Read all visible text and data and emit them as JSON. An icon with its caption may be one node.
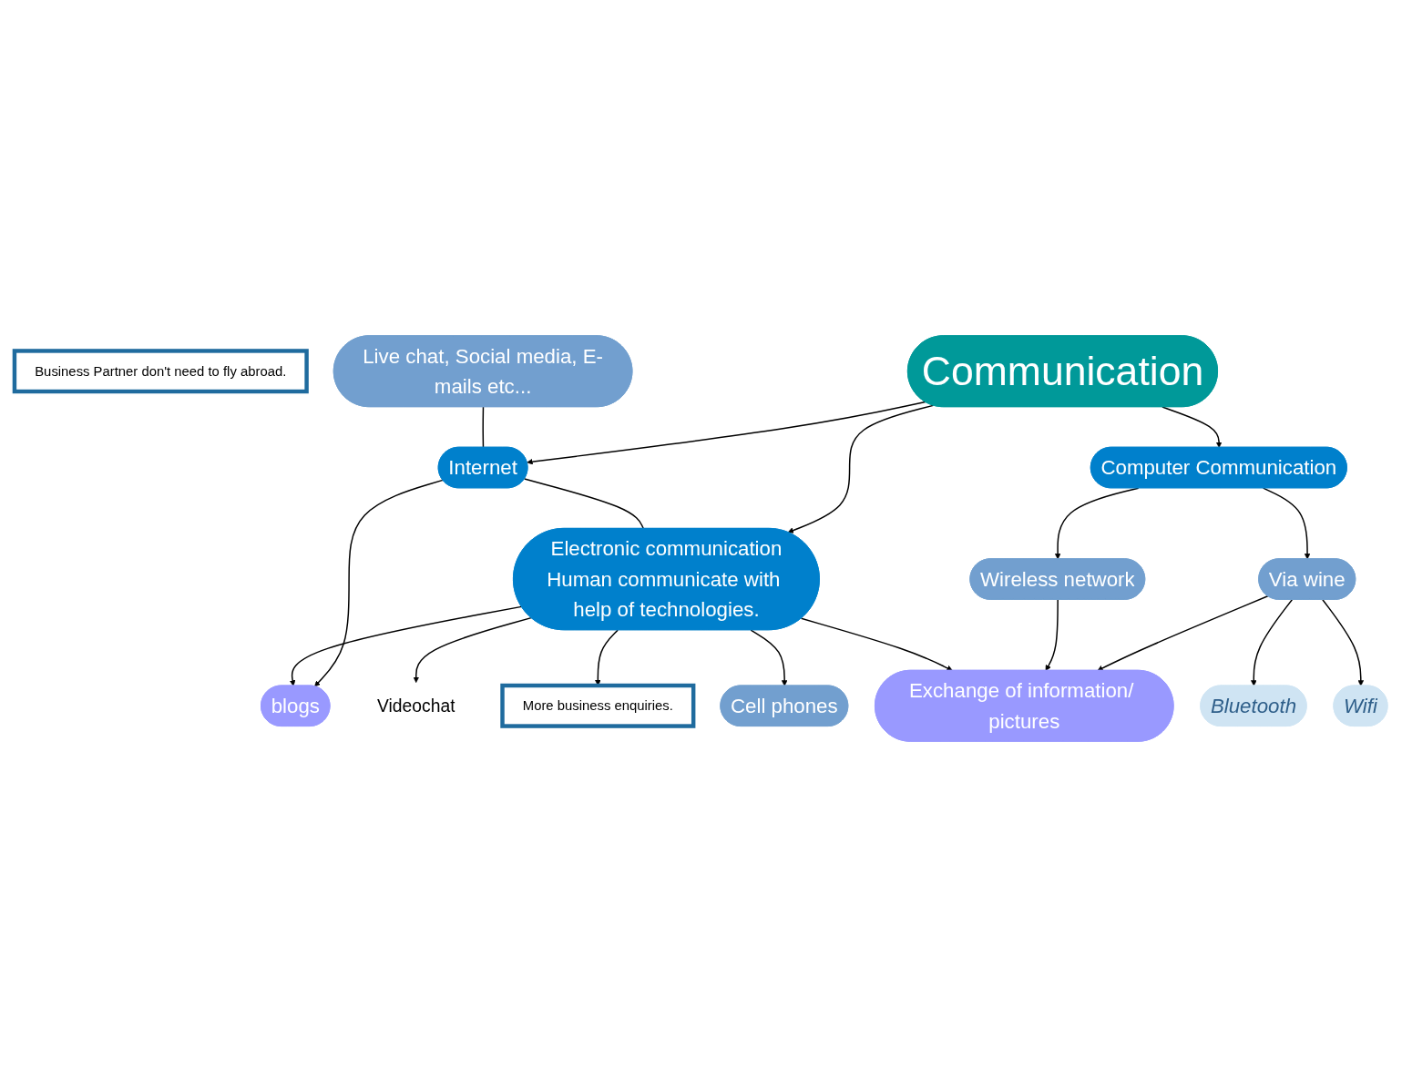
{
  "diagram": {
    "nodes": [
      {
        "text": [
          "Business Partner don't need to fly abroad."
        ]
      },
      {
        "text": [
          "Videochat"
        ]
      },
      {
        "text": [
          "blogs"
        ]
      },
      {
        "text": [
          "Live chat, Social media, E-mails etc..."
        ]
      },
      {
        "text": [
          "Electronic communication",
          "Human communicate with help of technologies."
        ]
      },
      {
        "text": [
          "Internet"
        ]
      },
      {
        "text": [
          "Communication"
        ]
      },
      {
        "text": [
          "More business enquiries."
        ]
      },
      {
        "text": [
          "Computer Communication"
        ]
      },
      {
        "text": [
          "Cell phones"
        ]
      },
      {
        "text": [
          "Wireless network"
        ]
      },
      {
        "text": [
          "Via wine"
        ]
      },
      {
        "text": [
          "Exchange of information/ pictures"
        ]
      },
      {
        "text": [
          "Bluetooth"
        ]
      },
      {
        "text": [
          "Wifi"
        ]
      }
    ],
    "edges": [
      {
        "from": 4,
        "to": 1,
        "arrow": "to"
      },
      {
        "from": 4,
        "to": 2,
        "arrow": "to"
      },
      {
        "from": 5,
        "to": 2,
        "arrow": "to"
      },
      {
        "from": 5,
        "to": 4,
        "arrow": "none"
      },
      {
        "from": 3,
        "to": 5,
        "arrow": "none"
      },
      {
        "from": 6,
        "to": 4,
        "arrow": "to"
      },
      {
        "from": 6,
        "to": 5,
        "arrow": "to"
      },
      {
        "from": 6,
        "to": 8,
        "arrow": "to"
      },
      {
        "from": 4,
        "to": 7,
        "arrow": "to"
      },
      {
        "from": 4,
        "to": 9,
        "arrow": "to"
      },
      {
        "from": 4,
        "to": 12,
        "arrow": "to"
      },
      {
        "from": 8,
        "to": 10,
        "arrow": "to"
      },
      {
        "from": 8,
        "to": 11,
        "arrow": "to"
      },
      {
        "from": 10,
        "to": 12,
        "arrow": "to"
      },
      {
        "from": 11,
        "to": 12,
        "arrow": "to"
      },
      {
        "from": 11,
        "to": 13,
        "arrow": "to"
      },
      {
        "from": 11,
        "to": 14,
        "arrow": "to"
      }
    ]
  }
}
